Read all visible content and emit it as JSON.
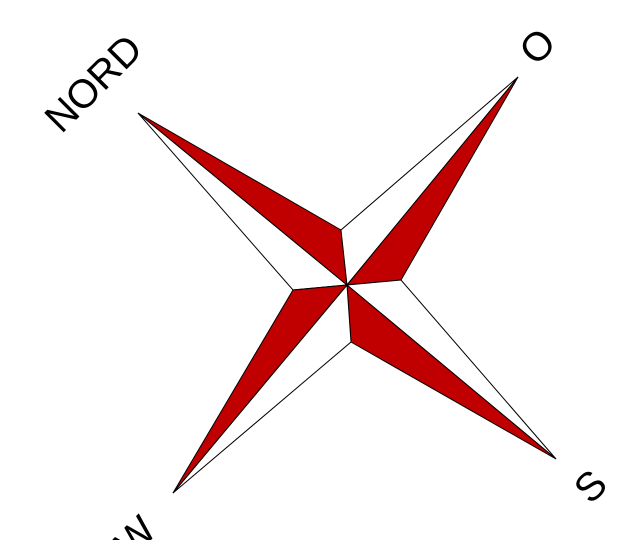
{
  "labels": {
    "north": "NORD",
    "east": "O",
    "south": "S",
    "west": "W"
  },
  "colors": {
    "fill_red": "#c00000",
    "fill_white": "#ffffff",
    "stroke": "#000000",
    "background": "#ffffff"
  }
}
